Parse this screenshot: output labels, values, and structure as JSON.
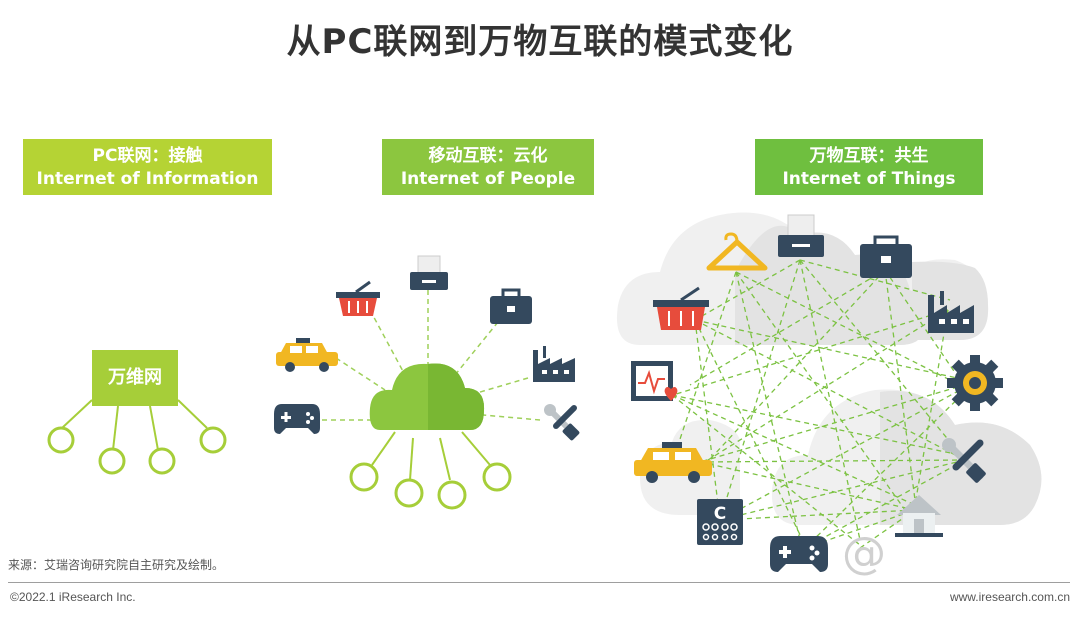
{
  "title": "从PC联网到万物互联的模式变化",
  "sections": [
    {
      "cn": "PC联网：接触",
      "en": "Internet of Information"
    },
    {
      "cn": "移动互联：云化",
      "en": "Internet of People"
    },
    {
      "cn": "万物互联：共生",
      "en": "Internet of Things"
    }
  ],
  "center_node": "万维网",
  "icons": {
    "col2": [
      "basket-icon",
      "printer-icon",
      "briefcase-icon",
      "taxi-icon",
      "factory-icon",
      "gamepad-icon",
      "tools-icon",
      "cloud-icon"
    ],
    "col3": [
      "hanger-icon",
      "printer-icon",
      "briefcase-icon",
      "basket-icon",
      "factory-icon",
      "heart-monitor-icon",
      "gear-icon",
      "taxi-icon",
      "tools-icon",
      "eye-chart-icon",
      "gamepad-icon",
      "at-sign-icon",
      "house-icon"
    ]
  },
  "colors": {
    "green": "#8cc63f",
    "yellow_green": "#b5d334",
    "dark_green": "#6fbf3f",
    "navy": "#34495e",
    "red": "#e74c3c",
    "yellow": "#f1b722"
  },
  "eye_chart_letter": "C",
  "at_symbol": "@",
  "footer": {
    "source": "来源：艾瑞咨询研究院自主研究及绘制。",
    "copyright": "©2022.1 iResearch Inc.",
    "website": "www.iresearch.com.cn"
  }
}
